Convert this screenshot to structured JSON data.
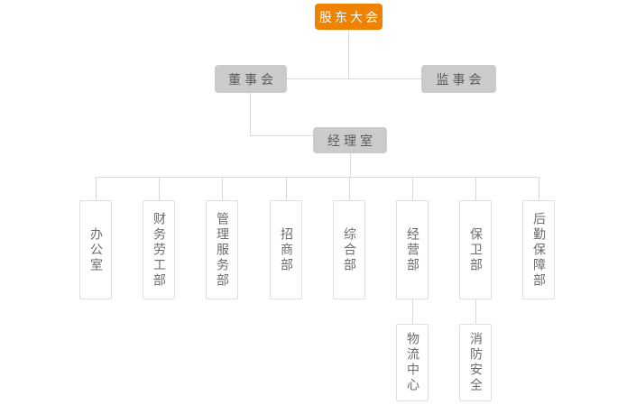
{
  "org_chart": {
    "root": {
      "label": "股东大会"
    },
    "board": {
      "label": "董事会"
    },
    "supervisory_board": {
      "label": "监事会"
    },
    "manager_office": {
      "label": "经理室"
    },
    "departments": [
      {
        "label": "办公室"
      },
      {
        "label": "财务劳工部"
      },
      {
        "label": "管理服务部"
      },
      {
        "label": "招商部"
      },
      {
        "label": "综合部"
      },
      {
        "label": "经营部"
      },
      {
        "label": "保卫部"
      },
      {
        "label": "后勤保障部"
      }
    ],
    "sub_departments": [
      {
        "label": "物流中心",
        "parent": "经营部"
      },
      {
        "label": "消防安全",
        "parent": "保卫部"
      }
    ]
  },
  "colors": {
    "root_fill": "#ef8200",
    "root_text": "#ffffff",
    "branch_fill": "#cbcbcb",
    "branch_text": "#5a5a5a",
    "leaf_border": "#dfdfdf",
    "leaf_text": "#6b6b6b",
    "connector": "#d9d9d9",
    "background": "#ffffff"
  }
}
